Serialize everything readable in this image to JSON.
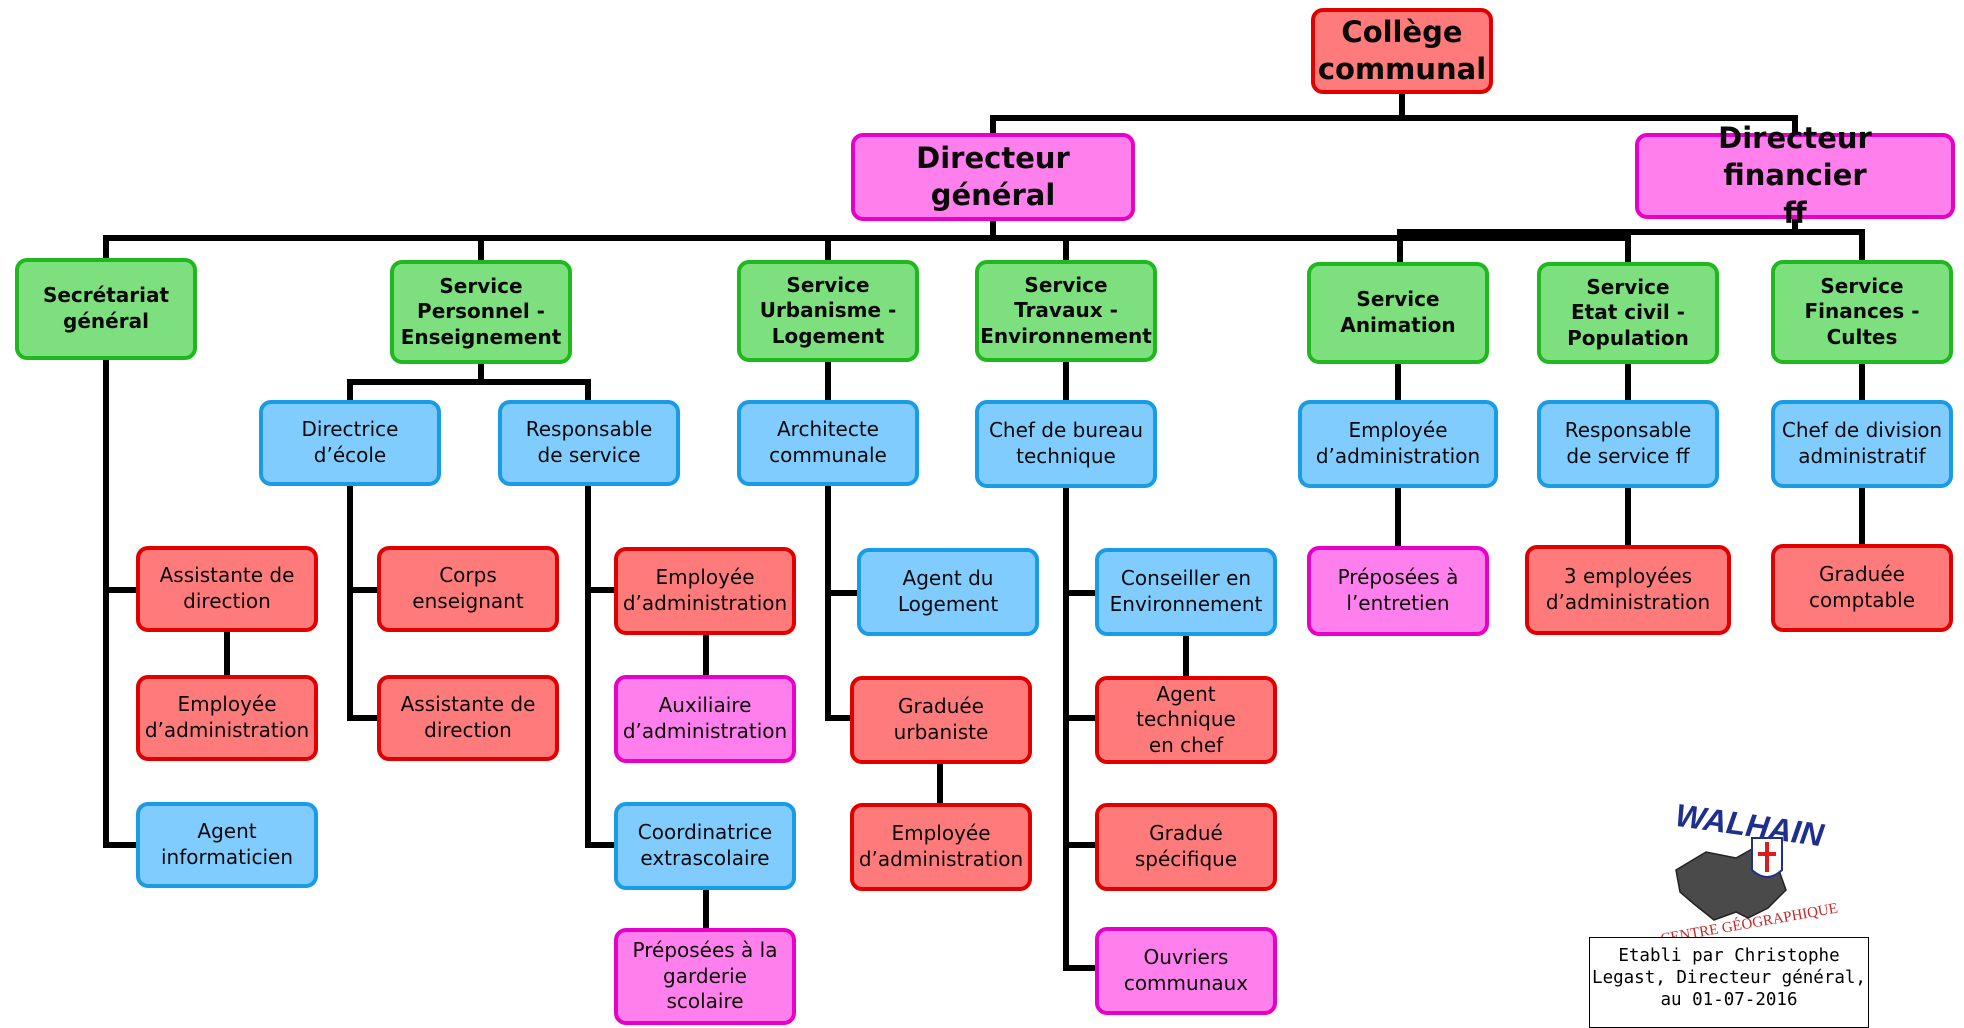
{
  "chart": {
    "root": "Collège\ncommunal",
    "level1": {
      "director_general": "Directeur général",
      "director_financial": "Directeur financier\nff"
    },
    "services": {
      "secretariat": "Secrétariat\ngénéral",
      "personnel": "Service\nPersonnel -\nEnseignement",
      "urbanisme": "Service\nUrbanisme -\nLogement",
      "travaux": "Service\nTravaux -\nEnvironnement",
      "animation": "Service\nAnimation",
      "etat_civil": "Service\nEtat civil -\nPopulation",
      "finances": "Service\nFinances -\nCultes"
    },
    "staff": {
      "sec_assistante": "Assistante de\ndirection",
      "sec_employee": "Employée\nd’administration",
      "sec_agent_info": "Agent\ninformaticien",
      "pers_directrice": "Directrice\nd’école",
      "pers_corps": "Corps\nenseignant",
      "pers_assistante": "Assistante de\ndirection",
      "pers_responsable": "Responsable\nde service",
      "pers_employee": "Employée\nd’administration",
      "pers_auxiliaire": "Auxiliaire\nd’administration",
      "pers_coordinatrice": "Coordinatrice\nextrascolaire",
      "pers_preposees": "Préposées à la\ngarderie scolaire",
      "urb_architecte": "Architecte\ncommunale",
      "urb_agent_logement": "Agent du\nLogement",
      "urb_graduee": "Graduée\nurbaniste",
      "urb_employee": "Employée\nd’administration",
      "trav_chef": "Chef de bureau\ntechnique",
      "trav_conseiller": "Conseiller en\nEnvironnement",
      "trav_agent_tech": "Agent technique\nen chef",
      "trav_gradue": "Gradué\nspécifique",
      "trav_ouvriers": "Ouvriers\ncommunaux",
      "anim_employee": "Employée\nd’administration",
      "anim_preposees": "Préposées à\nl’entretien",
      "civ_responsable": "Responsable\nde service ff",
      "civ_employees": "3 employées\nd’administration",
      "fin_chef": "Chef de division\nadministratif",
      "fin_graduee": "Graduée\ncomptable"
    }
  },
  "logo": {
    "name": "WALHAIN",
    "tagline": "CENTRE GÉOGRAPHIQUE"
  },
  "credit": "Etabli par Christophe\nLegast, Directeur général,\nau 01-07-2016",
  "colors": {
    "direction_fill": "#ff80ec",
    "service_fill": "#7edf7e",
    "staff_blue": "#80ccff",
    "staff_red": "#ff7a7a",
    "root_fill": "#ff7a7a"
  }
}
